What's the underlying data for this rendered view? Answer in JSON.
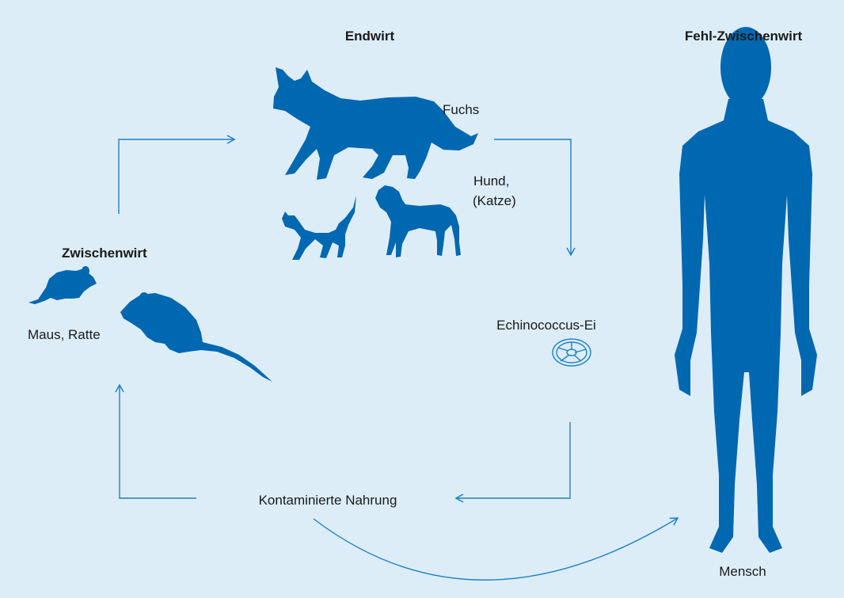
{
  "colors": {
    "background": "#dcedf8",
    "silhouette": "#0067b1",
    "arrow": "#1f80c3",
    "text": "#1a1a1a"
  },
  "labels": {
    "endwirt": "Endwirt",
    "fehl_zwischenwirt": "Fehl-Zwischenwirt",
    "zwischenwirt": "Zwischenwirt",
    "maus_ratte": "Maus, Ratte",
    "fuchs": "Fuchs",
    "hund": "Hund,",
    "katze": "(Katze)",
    "ei": "Echinococcus-Ei",
    "nahrung": "Kontaminierte Nahrung",
    "mensch": "Mensch"
  },
  "icons": [
    "fox-icon",
    "cat-icon",
    "dog-icon",
    "mouse-icon",
    "rat-icon",
    "egg-icon",
    "human-icon"
  ]
}
